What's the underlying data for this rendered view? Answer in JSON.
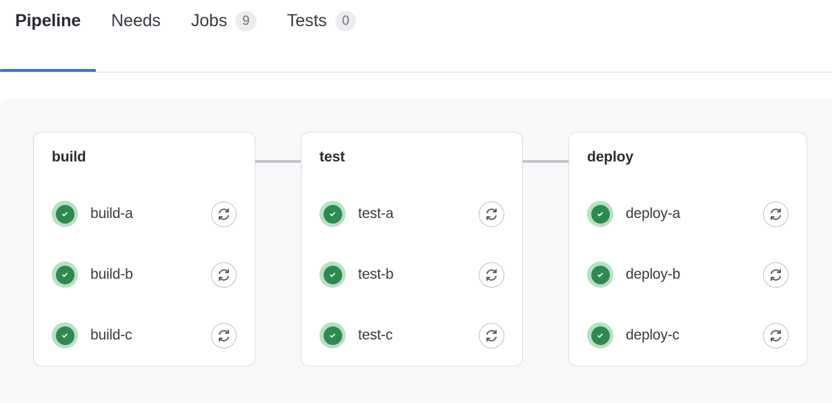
{
  "tabs": [
    {
      "label": "Pipeline",
      "active": true,
      "badge": null,
      "name": "tab-pipeline"
    },
    {
      "label": "Needs",
      "active": false,
      "badge": null,
      "name": "tab-needs"
    },
    {
      "label": "Jobs",
      "active": false,
      "badge": "9",
      "name": "tab-jobs"
    },
    {
      "label": "Tests",
      "active": false,
      "badge": "0",
      "name": "tab-tests"
    }
  ],
  "pipeline": {
    "stages": [
      {
        "name": "build",
        "jobs": [
          {
            "name": "build-a",
            "status": "success",
            "status_icon": "check-circle-icon",
            "retry_icon": "retry-icon"
          },
          {
            "name": "build-b",
            "status": "success",
            "status_icon": "check-circle-icon",
            "retry_icon": "retry-icon"
          },
          {
            "name": "build-c",
            "status": "success",
            "status_icon": "check-circle-icon",
            "retry_icon": "retry-icon"
          }
        ]
      },
      {
        "name": "test",
        "jobs": [
          {
            "name": "test-a",
            "status": "success",
            "status_icon": "check-circle-icon",
            "retry_icon": "retry-icon"
          },
          {
            "name": "test-b",
            "status": "success",
            "status_icon": "check-circle-icon",
            "retry_icon": "retry-icon"
          },
          {
            "name": "test-c",
            "status": "success",
            "status_icon": "check-circle-icon",
            "retry_icon": "retry-icon"
          }
        ]
      },
      {
        "name": "deploy",
        "jobs": [
          {
            "name": "deploy-a",
            "status": "success",
            "status_icon": "check-circle-icon",
            "retry_icon": "retry-icon"
          },
          {
            "name": "deploy-b",
            "status": "success",
            "status_icon": "check-circle-icon",
            "retry_icon": "retry-icon"
          },
          {
            "name": "deploy-c",
            "status": "success",
            "status_icon": "check-circle-icon",
            "retry_icon": "retry-icon"
          }
        ]
      }
    ]
  },
  "colors": {
    "active_tab_accent": "#3a75c4",
    "status_success": "#2d8a4e",
    "status_success_halo": "#b8e0c4",
    "connector": "#c5c5ce",
    "card_border": "#dcdcde",
    "canvas_bg": "#f8f8fa",
    "badge_bg": "#ececef"
  }
}
